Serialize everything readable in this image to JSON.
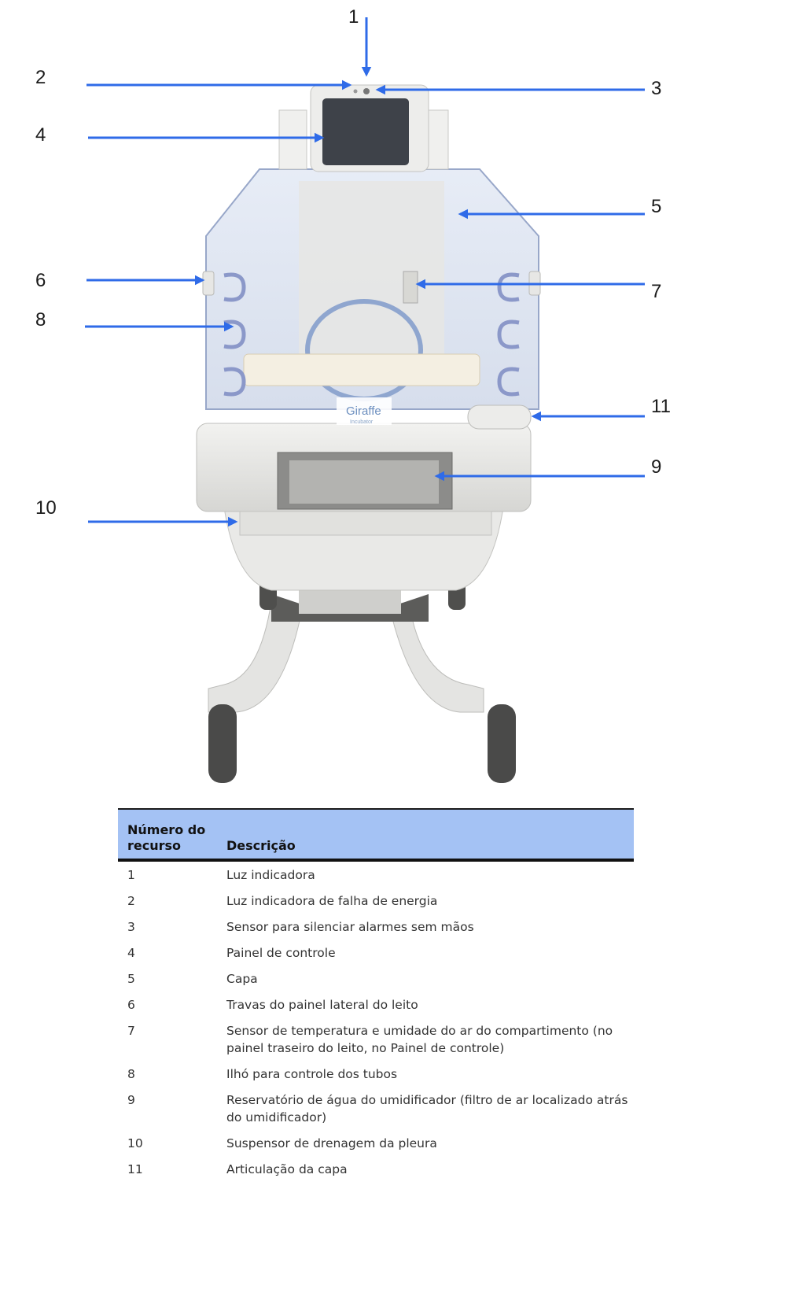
{
  "figure": {
    "brand_label": "Giraffe",
    "brand_sublabel": "Incubator",
    "callouts": [
      "1",
      "2",
      "3",
      "4",
      "5",
      "6",
      "7",
      "8",
      "9",
      "10",
      "11"
    ]
  },
  "table": {
    "headers": {
      "number": "Número do recurso",
      "description": "Descrição"
    },
    "rows": [
      {
        "number": "1",
        "description": "Luz indicadora"
      },
      {
        "number": "2",
        "description": "Luz indicadora de falha de energia"
      },
      {
        "number": "3",
        "description": "Sensor para silenciar alarmes sem mãos"
      },
      {
        "number": "4",
        "description": "Painel de controle"
      },
      {
        "number": "5",
        "description": "Capa"
      },
      {
        "number": "6",
        "description": "Travas do painel lateral do leito"
      },
      {
        "number": "7",
        "description": "Sensor de temperatura e umidade do ar do compartimento (no painel traseiro do leito, no Painel de controle)"
      },
      {
        "number": "8",
        "description": "Ilhó para controle dos tubos"
      },
      {
        "number": "9",
        "description": "Reservatório de água do umidificador (filtro de ar localizado atrás do umidificador)"
      },
      {
        "number": "10",
        "description": "Suspensor de drenagem da pleura"
      },
      {
        "number": "11",
        "description": "Articulação da capa"
      }
    ]
  },
  "colors": {
    "arrow": "#2f6be8",
    "table_header": "#a4c2f4"
  }
}
